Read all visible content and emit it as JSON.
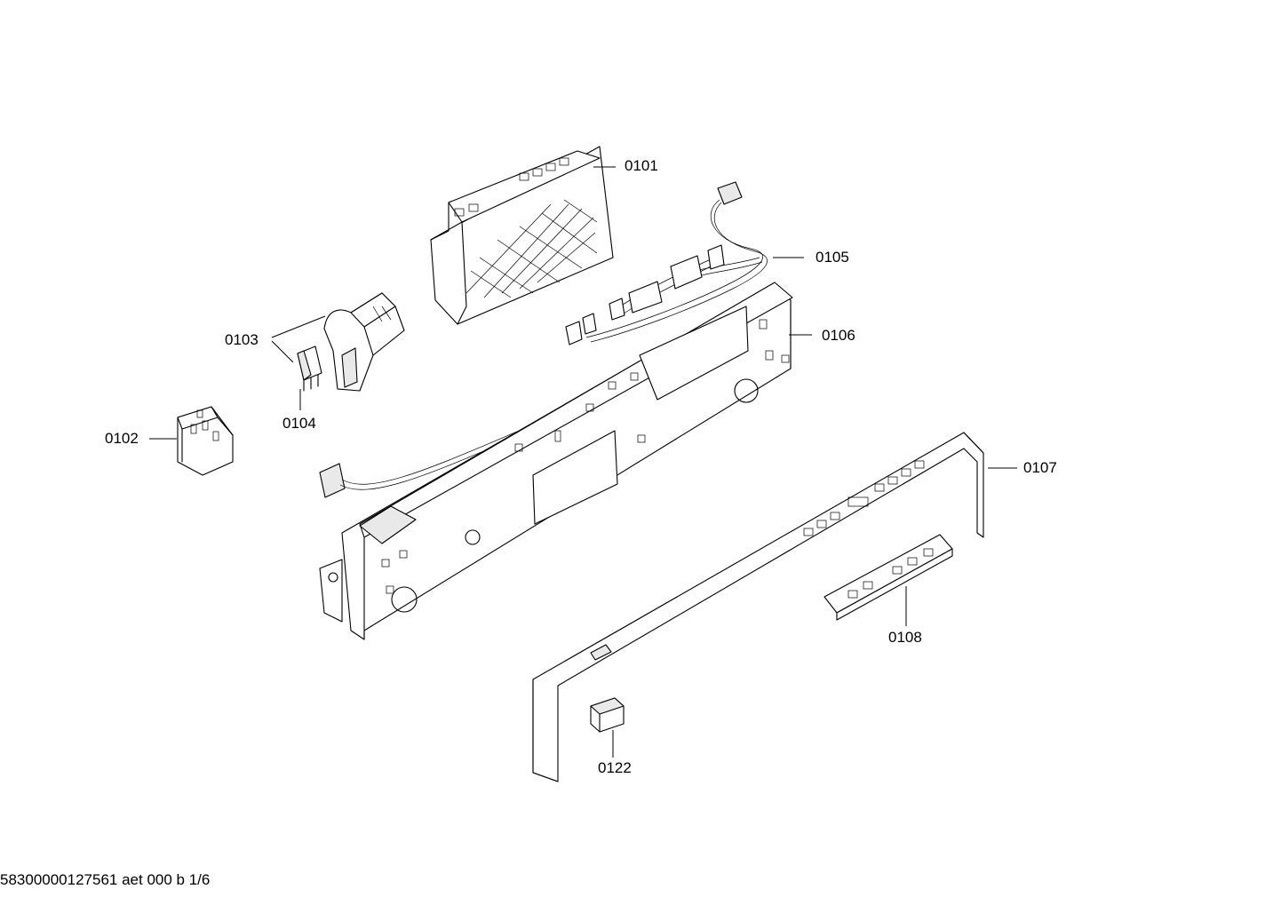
{
  "diagram": {
    "parts": [
      {
        "id": "0101"
      },
      {
        "id": "0102"
      },
      {
        "id": "0103"
      },
      {
        "id": "0104"
      },
      {
        "id": "0105"
      },
      {
        "id": "0106"
      },
      {
        "id": "0107"
      },
      {
        "id": "0108"
      },
      {
        "id": "0122"
      }
    ],
    "footer": "58300000127561 aet 000 b 1/6"
  }
}
